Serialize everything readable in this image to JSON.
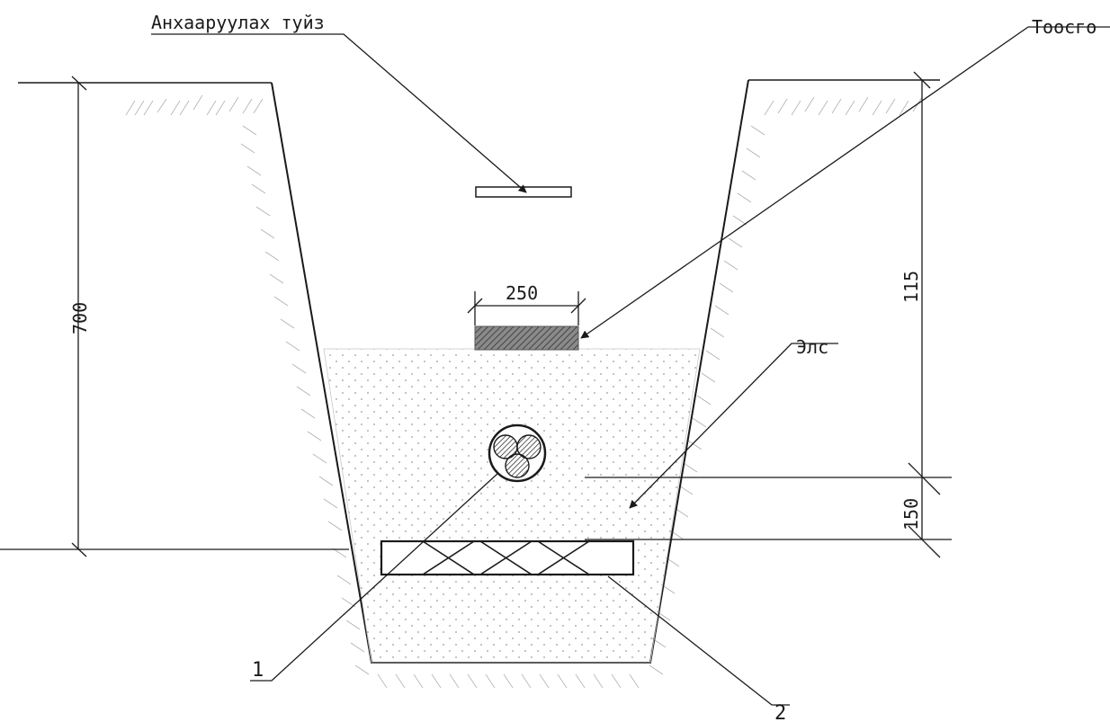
{
  "labels": {
    "warning_tape": "Анхааруулах туйз",
    "brick": "Тоосго",
    "sand": "Элс",
    "cable_ref": "1",
    "plate_ref": "2"
  },
  "dimensions": {
    "depth": "700",
    "brick_width": "250",
    "upper": "115",
    "lower": "150"
  },
  "colors": {
    "line": "#1a1a1a",
    "hatch": "#9a9a9a",
    "brick_fill": "#6f6f6f"
  }
}
